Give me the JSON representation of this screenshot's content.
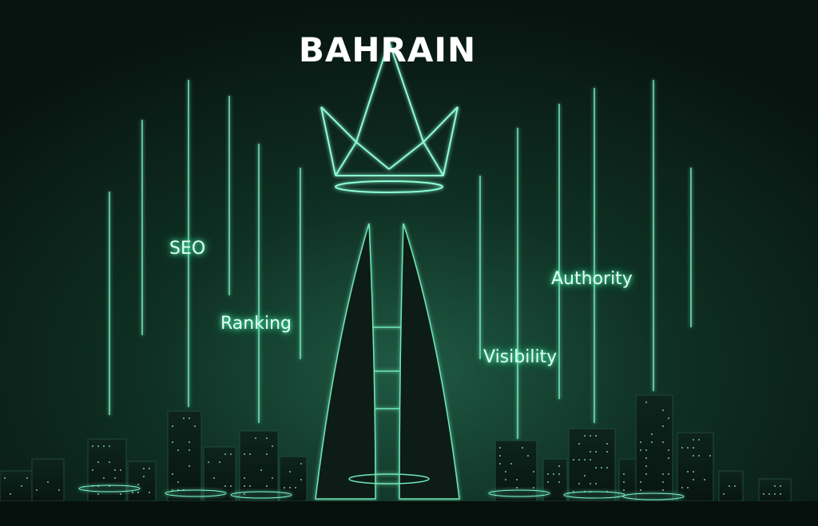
{
  "title": "BAHRAIN",
  "labels": {
    "seo": "SEO",
    "ranking": "Ranking",
    "visibility": "Visibility",
    "authority": "Authority"
  },
  "colors": {
    "glow": "#5dffc0",
    "background": "#0f3024"
  }
}
